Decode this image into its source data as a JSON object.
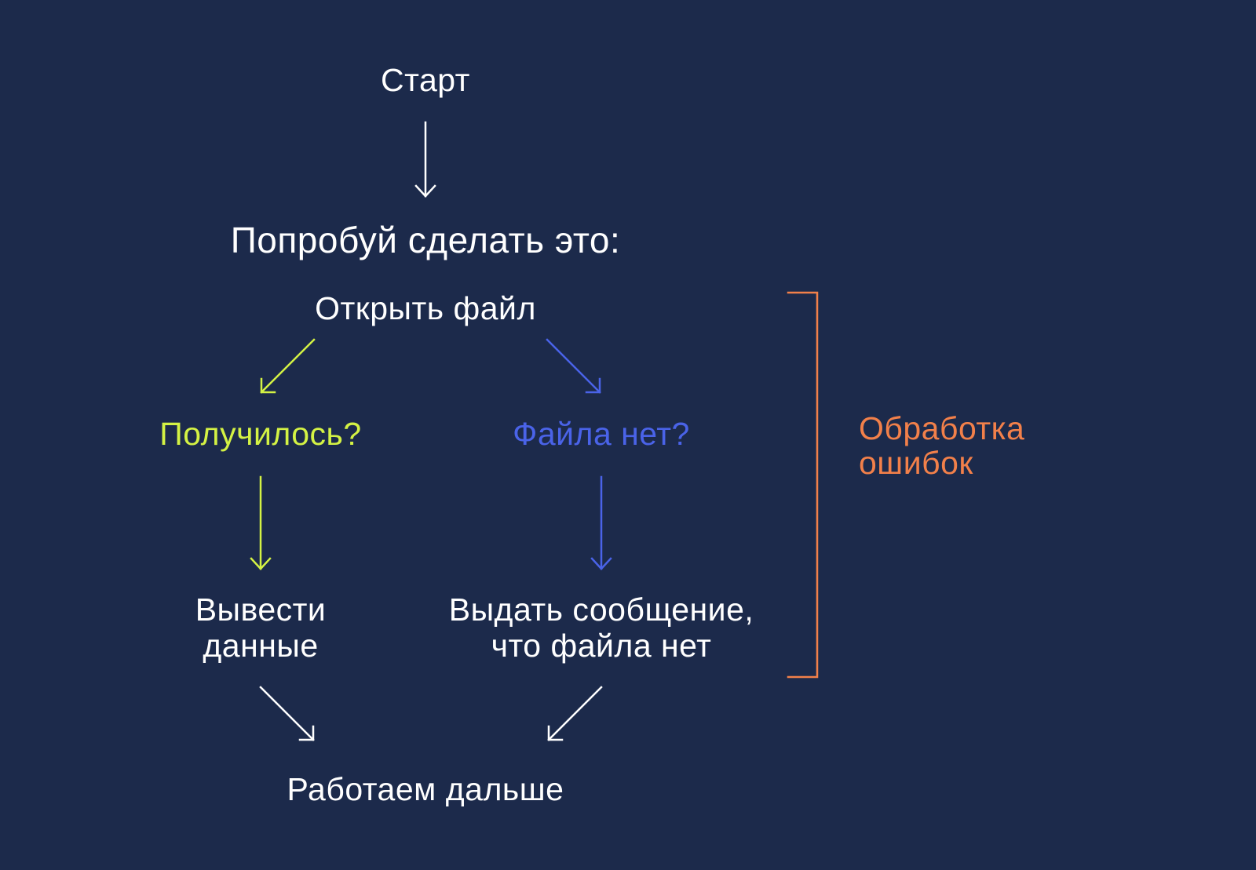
{
  "nodes": {
    "start": "Старт",
    "try": "Попробуй сделать это:",
    "open_file": "Открыть файл",
    "success": "Получилось?",
    "no_file": "Файла нет?",
    "output_data": [
      "Вывести",
      "данные"
    ],
    "message": [
      "Выдать сообщение,",
      "что файла нет"
    ],
    "continue": "Работаем дальше"
  },
  "bracket_label": [
    "Обработка",
    "ошибок"
  ],
  "colors": {
    "background": "#1c2a4b",
    "default": "#ffffff",
    "success": "#d4f244",
    "error": "#4a63e8",
    "error_handling": "#f2804a"
  }
}
